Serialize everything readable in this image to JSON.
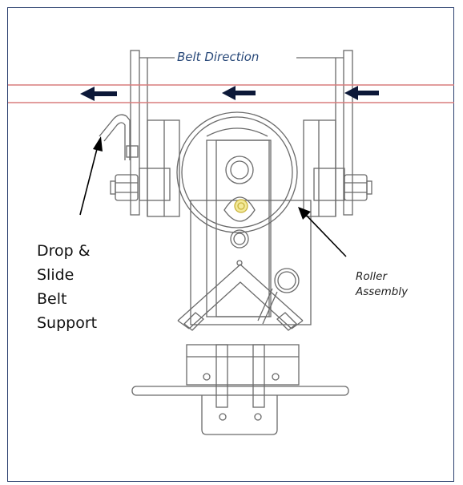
{
  "diagram": {
    "belt_direction_label": "Belt Direction",
    "drop_slide_lines": [
      "Drop &",
      "Slide",
      "Belt",
      "Support"
    ],
    "roller_lines": [
      "Roller",
      "Assembly"
    ],
    "colors": {
      "frame_border": "#2a3f6e",
      "belt_line": "#d97d7d",
      "arrow_fill": "#0c1838",
      "drawing_line": "#6a6a6a",
      "bolt_highlight": "#e8d95a"
    }
  }
}
